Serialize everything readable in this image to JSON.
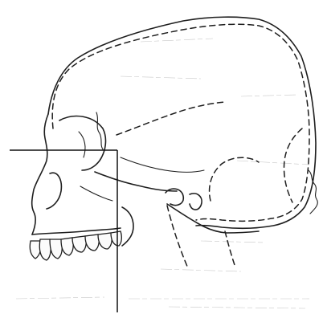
{
  "figure": {
    "kind": "line-drawing",
    "subject": "skull-lateral-view",
    "line_color": "#1e1e1e",
    "background": "#ffffff",
    "outlines": [
      "solid",
      "dashed"
    ],
    "reference_lines": [
      "horizontal",
      "vertical"
    ]
  }
}
